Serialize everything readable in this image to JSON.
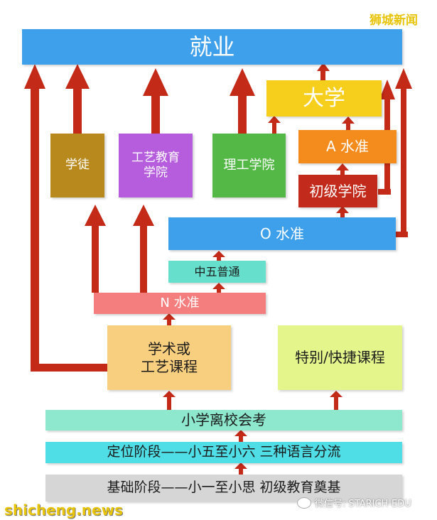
{
  "watermark_top": "狮城新闻",
  "watermark_bottom_left": "shicheng.news",
  "watermark_bottom_right": "微信号: STARICH-EDU",
  "nodes": {
    "employment": "就业",
    "university": "大学",
    "a_level": "A 水准",
    "junior_college": "初级学院",
    "apprentice": "学徒",
    "ite": "工艺教育\n学院",
    "polytechnic": "理工学院",
    "o_level": "O 水准",
    "sec5_normal": "中五普通",
    "n_level": "N 水准",
    "academic_technical": "学术或\n工艺课程",
    "special_express": "特别/快捷课程",
    "psle": "小学离校会考",
    "orientation_stage": "定位阶段——小五至小六 三种语言分流",
    "foundation_stage": "基础阶段——小一至小思 初级教育奠基"
  },
  "colors": {
    "employment": "#3ea0ea",
    "university": "#f5cf1b",
    "a_level": "#f38b1d",
    "junior_college": "#c22b1b",
    "apprentice": "#b88a1e",
    "ite": "#b55ddc",
    "polytechnic": "#54b847",
    "o_level": "#3ea0ea",
    "sec5_normal": "#66e0cd",
    "n_level": "#f47d7d",
    "academic_technical": "#f8cf7e",
    "special_express": "#e4f58c",
    "psle": "#8de8cd",
    "orientation_stage": "#4fdde6",
    "foundation_stage": "#d6d6d6",
    "arrow": "#c42a18",
    "watermark": "#e8c40a"
  }
}
